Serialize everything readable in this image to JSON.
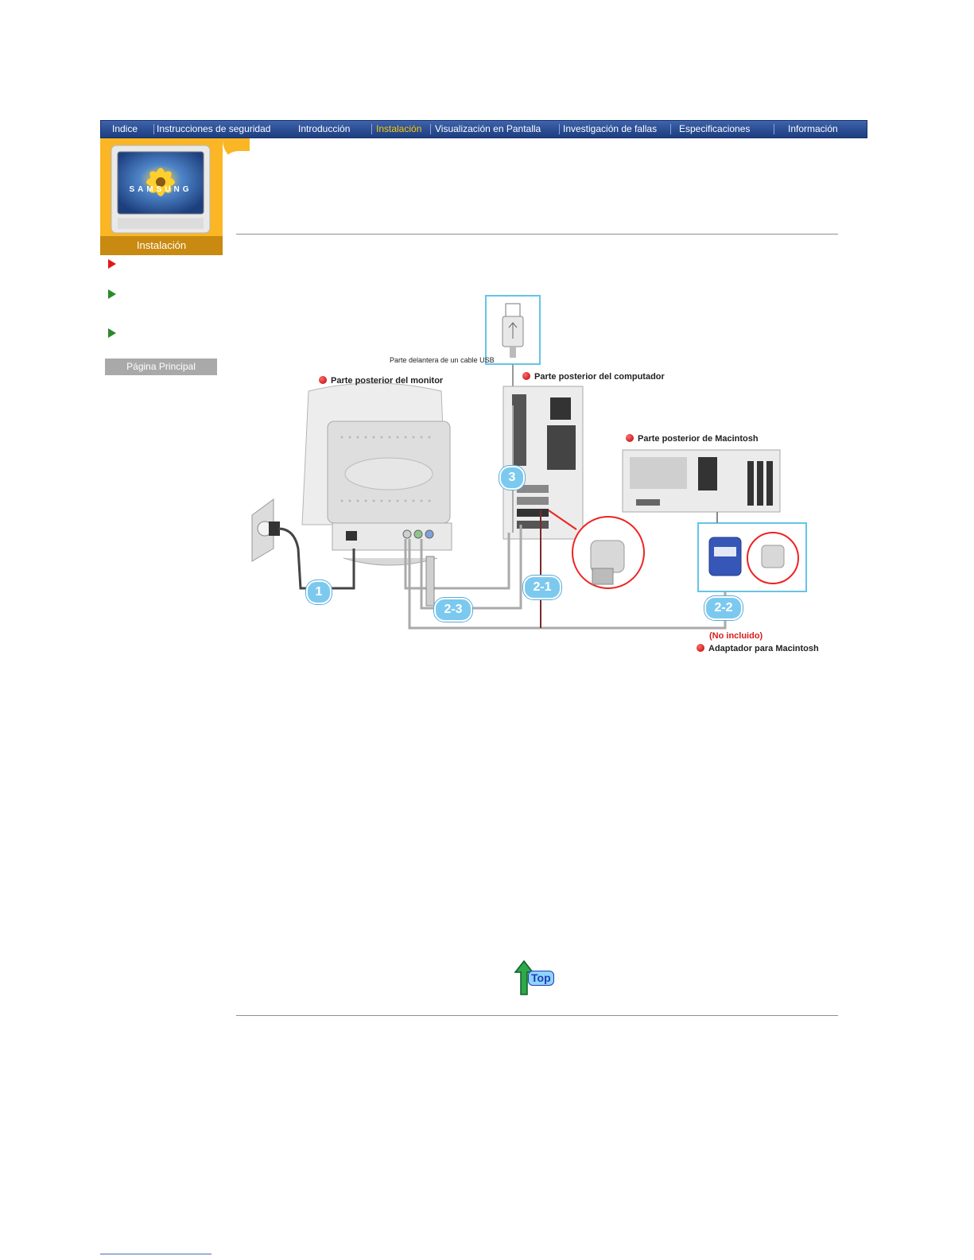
{
  "nav": {
    "items": [
      {
        "label": "Indice",
        "active": false
      },
      {
        "label": "Instrucciones de seguridad",
        "active": false
      },
      {
        "label": "Introducción",
        "active": false
      },
      {
        "label": "Instalación",
        "active": true
      },
      {
        "label": "Visualización en Pantalla",
        "active": false
      },
      {
        "label": "Investigación de fallas",
        "active": false
      },
      {
        "label": "Especificaciones",
        "active": false
      },
      {
        "label": "Información",
        "active": false
      }
    ]
  },
  "sidebar": {
    "section_label": "Instalación",
    "logo_text": "SAMSUNG",
    "home_button": "Página Principal"
  },
  "diagram": {
    "usb_front_label": "Parte delantera de un cable USB",
    "monitor_rear_label": "Parte posterior del monitor",
    "computer_rear_label": "Parte posterior del computador",
    "mac_rear_label": "Parte posterior de Macintosh",
    "not_included_label": "(No incluido)",
    "mac_adapter_label": "Adaptador para Macintosh",
    "steps": [
      "1",
      "2-1",
      "2-2",
      "2-3",
      "3"
    ]
  },
  "top_button": "Top",
  "colors": {
    "nav_bg": "#2a4d93",
    "nav_active": "#ffc800",
    "sidebar_orange": "#fbb626",
    "sidebar_label_bg": "#c88a10",
    "step_badge": "#7cc9ef",
    "bullet_red": "#c00000"
  }
}
